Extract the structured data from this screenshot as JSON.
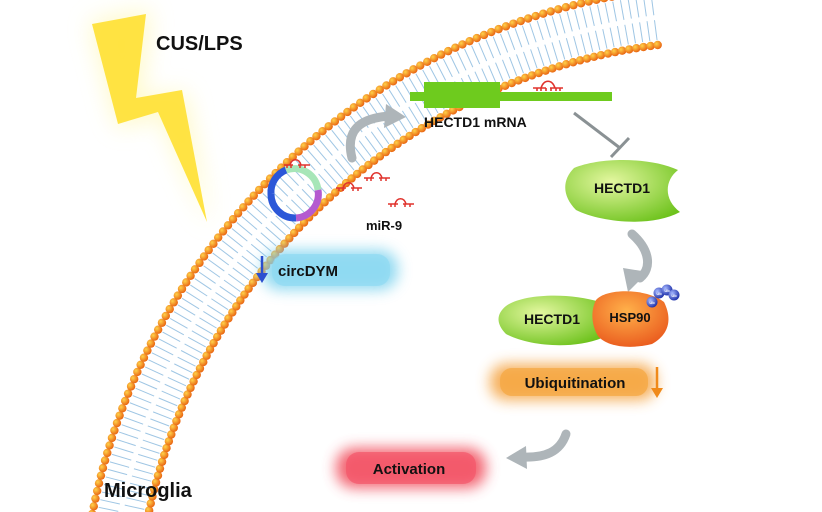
{
  "labels": {
    "stimulus": "CUS/LPS",
    "cell": "Microglia",
    "mrna": "HECTD1 mRNA",
    "mirna": "miR-9",
    "circrna": "circDYM",
    "protein": "HECTD1",
    "complex_protein": "HECTD1",
    "partner": "HSP90",
    "process": "Ubiquitination",
    "outcome": "Activation",
    "ub_chain": [
      "Ub",
      "Ub",
      "Ub",
      "Ub"
    ]
  },
  "colors": {
    "lipid_head": "#f28a1c",
    "lipid_tail": "#9fc6e4",
    "lightning": "#ffe23a",
    "gene": "#6ecb1e",
    "mirna": "#e0332d",
    "protein": "#a8dc3c",
    "hsp90": "#f07a20",
    "ubiquitin": "#3048c8",
    "circ_glow": "#7fd3ee",
    "ub_glow": "#f4a13c",
    "act_glow": "#f04858",
    "down_arrow_blue": "#2b4fcf",
    "down_arrow_orange": "#f08a1a",
    "flow_arrow": "#aeb5b9",
    "inhibit": "#8a9194"
  },
  "indicators": {
    "circDYM": "decreased",
    "Ubiquitination": "decreased"
  }
}
